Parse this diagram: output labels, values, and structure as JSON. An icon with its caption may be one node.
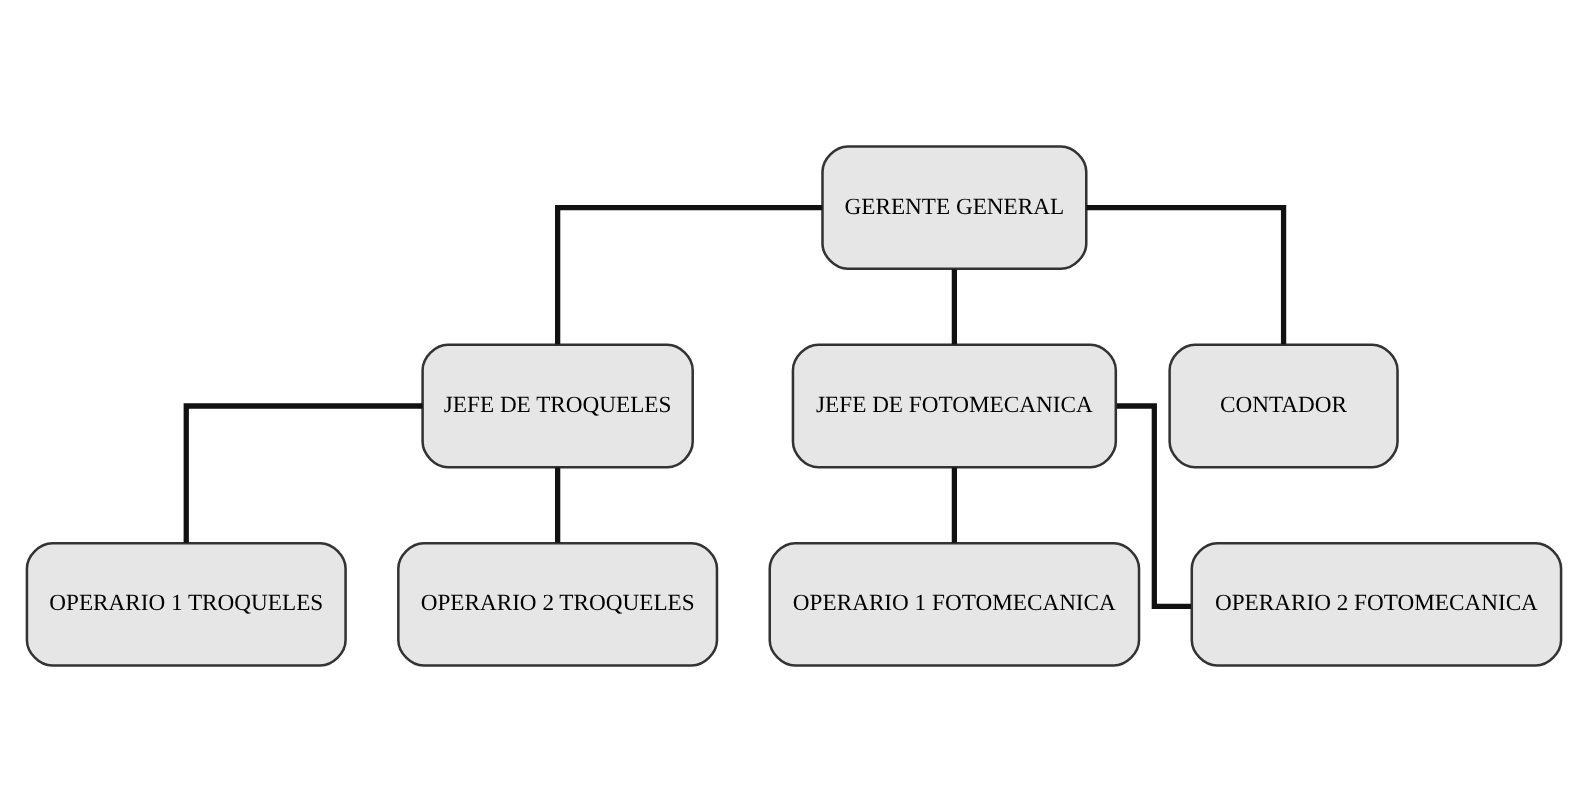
{
  "diagram": {
    "nodes": [
      {
        "text": [
          "GERENTE GENERAL"
        ]
      },
      {
        "text": [
          "JEFE DE TROQUELES"
        ]
      },
      {
        "text": [
          "JEFE DE FOTOMECANICA"
        ]
      },
      {
        "text": [
          "CONTADOR"
        ]
      },
      {
        "text": [
          "OPERARIO 1 TROQUELES"
        ]
      },
      {
        "text": [
          "OPERARIO 2 TROQUELES"
        ]
      },
      {
        "text": [
          "OPERARIO 1 FOTOMECANICA"
        ]
      },
      {
        "text": [
          "OPERARIO 2 FOTOMECANICA"
        ]
      }
    ],
    "edges": [
      {
        "from": 0,
        "to": 1,
        "arrow": "none"
      },
      {
        "from": 0,
        "to": 2,
        "arrow": "none"
      },
      {
        "from": 0,
        "to": 3,
        "arrow": "none"
      },
      {
        "from": 1,
        "to": 4,
        "arrow": "none"
      },
      {
        "from": 1,
        "to": 5,
        "arrow": "none"
      },
      {
        "from": 2,
        "to": 6,
        "arrow": "none"
      },
      {
        "from": 2,
        "to": 7,
        "arrow": "none"
      }
    ]
  }
}
